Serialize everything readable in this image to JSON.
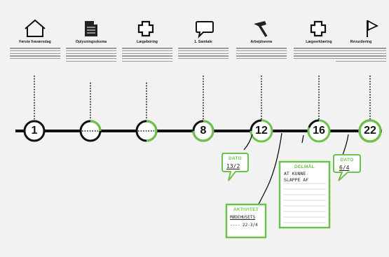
{
  "colors": {
    "accent": "#6cc24a",
    "line": "#111111",
    "background": "#f2f2f2"
  },
  "milestones": [
    {
      "number": "1",
      "icon": "house-icon",
      "title": "Første fraværsdag"
    },
    {
      "number": "",
      "icon": "document-icon",
      "title": "Oplysningsskema"
    },
    {
      "number": "",
      "icon": "medical-cross-icon",
      "title": "Lægeboring"
    },
    {
      "number": "8",
      "icon": "speech-bubble-icon",
      "title": "1. Samtale"
    },
    {
      "number": "12",
      "icon": "hammer-icon",
      "title": "Arbejdsevne"
    },
    {
      "number": "16",
      "icon": "medical-cross-icon",
      "title": "Lægeerklæring"
    },
    {
      "number": "22",
      "icon": "flag-icon",
      "title": "Revurdering"
    }
  ],
  "notes": {
    "dato1": {
      "label": "DATO",
      "value": "13/2"
    },
    "dato2": {
      "label": "DATO",
      "value": "6/4"
    },
    "aktivitet": {
      "label": "AKTIVITET",
      "line1": "MØDEHUSETS",
      "line2": "---- 22-3/4"
    },
    "delmal": {
      "label": "DELMÅL",
      "line1": "AT KUNNE",
      "line2": "SLAPPE AF"
    }
  }
}
